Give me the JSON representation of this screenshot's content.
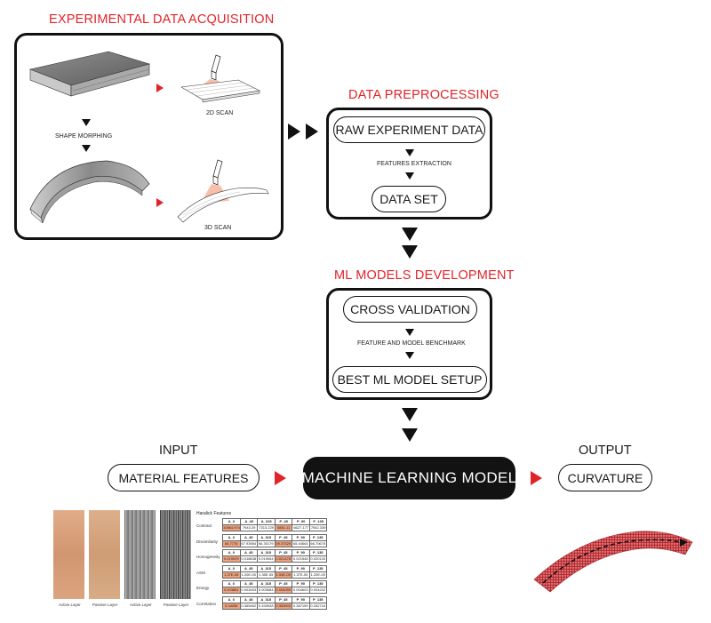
{
  "acquisition": {
    "title": "EXPERIMENTAL DATA ACQUISITION",
    "scan2d_label": "2D SCAN",
    "scan3d_label": "3D SCAN",
    "morph_label": "SHAPE MORPHING"
  },
  "preprocessing": {
    "title": "DATA PREPROCESSING",
    "raw_label": "RAW EXPERIMENT DATA",
    "step_label": "FEATURES EXTRACTION",
    "dataset_label": "DATA SET"
  },
  "ml_dev": {
    "title": "ML MODELS DEVELOPMENT",
    "cv_label": "CROSS VALIDATION",
    "step_label": "FEATURE AND MODEL BENCHMARK",
    "best_label": "BEST ML MODEL SETUP"
  },
  "bottom": {
    "input_title": "INPUT",
    "input_label": "MATERIAL FEATURES",
    "model_label": "MACHINE LEARNING MODEL",
    "output_title": "OUTPUT",
    "output_label": "CURVATURE"
  },
  "textures": {
    "labels": [
      "Active Layer",
      "Passive Layer",
      "Active Layer",
      "Passive Layer"
    ],
    "colors": [
      "#d9a07a",
      "#d7a981",
      "#8c8c8c",
      "#7a7a7a"
    ]
  },
  "features": {
    "title": "Haralick Features",
    "headers": [
      "A_0",
      "A_45",
      "A_315",
      "P_45",
      "P_90",
      "P_135"
    ],
    "rows": [
      {
        "name": "Contrast",
        "values": [
          "10564.974",
          "7943.29",
          "7313.229",
          "5881.11",
          "6627.177",
          "7062.339"
        ]
      },
      {
        "name": "Dissimilarity",
        "values": [
          "66.7776",
          "67.93984",
          "66.30179",
          "59.37329",
          "65.44664",
          "66.70678"
        ]
      },
      {
        "name": "Homogeneity",
        "values": [
          "0.019029",
          "0.018838",
          "0.019064",
          "0.021478",
          "0.021548",
          "0.020133"
        ]
      },
      {
        "name": "ASM",
        "values": [
          "1.37E-05",
          "1.20E-05",
          "1.35E-05",
          "1.53E-05",
          "1.37E-05",
          "1.20E-05"
        ]
      },
      {
        "name": "Energy",
        "values": [
          "0.003881",
          "0.003453",
          "0.003684",
          "0.004059",
          "0.004603",
          "0.004202"
        ]
      },
      {
        "name": "Correlation",
        "values": [
          "0.34058",
          "0.365462",
          "0.333928",
          "0.353903",
          "0.387159",
          "0.332716"
        ]
      }
    ]
  },
  "colors": {
    "accent_red": "#e2232a",
    "dark": "#121212",
    "highlight": "#f0a27e"
  }
}
